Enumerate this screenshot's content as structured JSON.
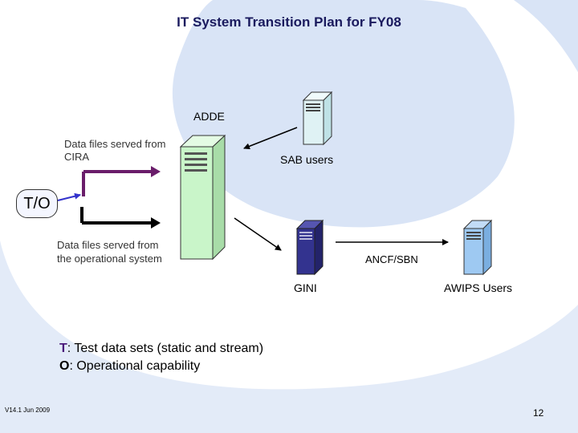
{
  "title": "IT System Transition Plan for FY08",
  "servers": {
    "adde_label": "ADDE",
    "sab_label": "SAB users",
    "gini_label": "GINI",
    "awips_label": "AWIPS Users"
  },
  "sources": {
    "cira_line1": "Data files served from",
    "cira_line2": "CIRA",
    "ops_line1": "Data files served from",
    "ops_line2": "the operational system"
  },
  "links": {
    "ancf_label": "ANCF/SBN"
  },
  "switch_label": "T/O",
  "legend": {
    "t_key": "T",
    "t_text": ": Test data sets (static and stream)",
    "o_key": "O",
    "o_text": ": Operational capability"
  },
  "footer": {
    "version": "V14.1 Jun 2009",
    "page_number": "12"
  },
  "colors": {
    "background_shape": "#d9e4f6",
    "background_arc": "#e3ebf8",
    "adde_server": "#c9f5c9",
    "sab_server": "#dff2f4",
    "gini_server": "#33338f",
    "awips_server": "#9ec9f2",
    "switch_line": "#6a1d6a",
    "arrow_blue": "#3333cc"
  }
}
